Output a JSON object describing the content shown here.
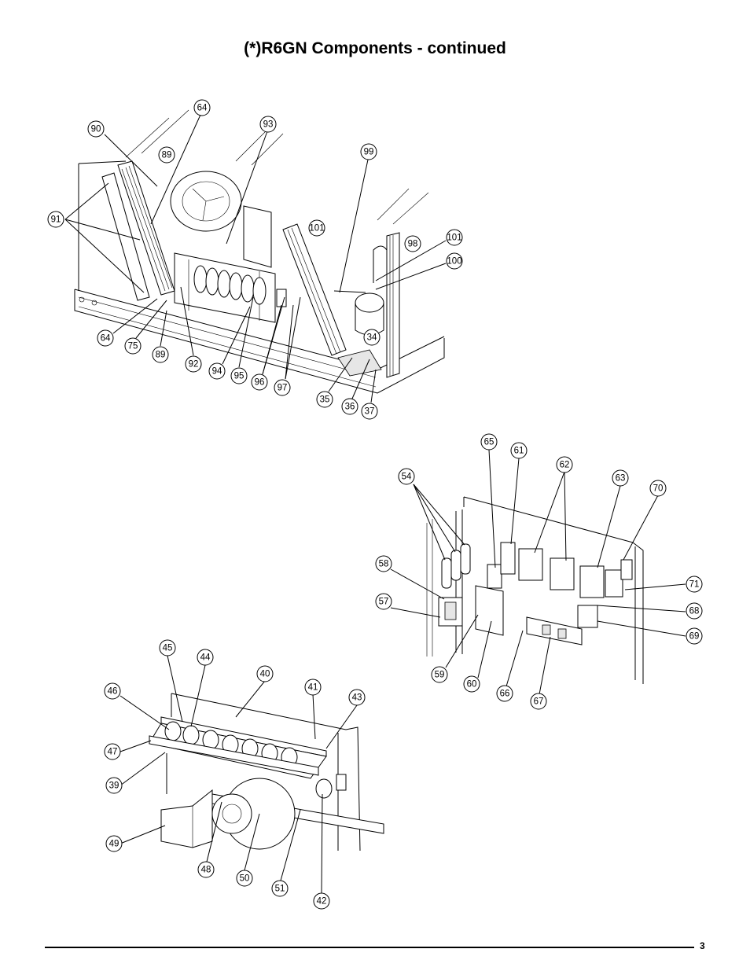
{
  "title": "(*)R6GN Components - continued",
  "page_number": "3",
  "callouts": {
    "top_assembly": [
      "64",
      "90",
      "93",
      "99",
      "89",
      "91",
      "101",
      "98",
      "101",
      "100",
      "34",
      "64",
      "75",
      "89",
      "92",
      "94",
      "95",
      "96",
      "97",
      "35",
      "36",
      "37"
    ],
    "control_panel": [
      "65",
      "61",
      "62",
      "54",
      "63",
      "70",
      "58",
      "71",
      "57",
      "68",
      "69",
      "59",
      "60",
      "66",
      "67"
    ],
    "burner_assembly": [
      "45",
      "44",
      "40",
      "46",
      "41",
      "43",
      "47",
      "39",
      "49",
      "48",
      "50",
      "51",
      "42"
    ]
  }
}
